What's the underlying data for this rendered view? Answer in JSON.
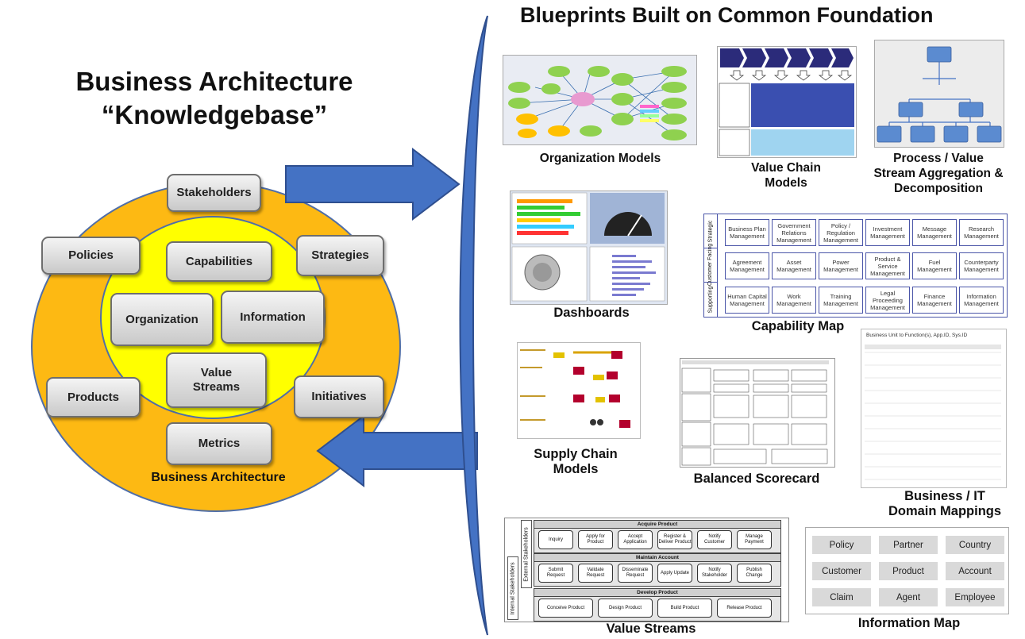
{
  "main_title": "Blueprints Built on Common Foundation",
  "kb_title_line1": "Business Architecture",
  "kb_title_line2": "“Knowledgebase”",
  "inner_items": {
    "capabilities": "Capabilities",
    "organization": "Organization",
    "information": "Information",
    "value_streams": "Value\nStreams"
  },
  "outer_items": {
    "stakeholders": "Stakeholders",
    "policies": "Policies",
    "strategies": "Strategies",
    "products": "Products",
    "initiatives": "Initiatives",
    "metrics": "Metrics"
  },
  "ba_label": "Business Architecture",
  "blueprints": {
    "organization_models": "Organization Models",
    "value_chain_models": "Value Chain\nModels",
    "process_value_stream": "Process / Value\nStream Aggregation &\nDecomposition",
    "dashboards": "Dashboards",
    "capability_map": "Capability Map",
    "supply_chain_models": "Supply Chain\nModels",
    "balanced_scorecard": "Balanced Scorecard",
    "business_it_mappings": "Business / IT\nDomain Mappings",
    "value_streams": "Value Streams",
    "information_map": "Information Map"
  },
  "capability_map": {
    "rows": [
      {
        "label": "Strategic",
        "cells": [
          "Business Plan Management",
          "Government Relations Management",
          "Policy / Regulation Management",
          "Investment Management",
          "Message Management",
          "Research Management"
        ]
      },
      {
        "label": "Customer Facing",
        "cells": [
          "Agreement Management",
          "Asset Management",
          "Power Management",
          "Product & Service Management",
          "Fuel Management",
          "Counterparty Management"
        ]
      },
      {
        "label": "Supporting",
        "cells": [
          "Human Capital Management",
          "Work Management",
          "Training Management",
          "Legal Proceeding Management",
          "Finance Management",
          "Information Management"
        ]
      }
    ]
  },
  "information_map": {
    "cells": [
      "Policy",
      "Partner",
      "Country",
      "Customer",
      "Product",
      "Account",
      "Claim",
      "Agent",
      "Employee"
    ]
  },
  "value_streams_thumb": {
    "external_label": "External Stakeholders",
    "internal_label": "Internal Stakeholders",
    "streams": [
      {
        "title": "Acquire Product",
        "steps": [
          "Inquiry",
          "Apply for Product",
          "Accept Application",
          "Register & Deliver Product",
          "Notify Customer",
          "Manage Payment"
        ]
      },
      {
        "title": "Maintain Account",
        "steps": [
          "Submit Request",
          "Validate Request",
          "Disseminate Request",
          "Apply Update",
          "Notify Stakeholder",
          "Publish Change"
        ]
      },
      {
        "title": "Develop Product",
        "steps": [
          "Conceive Product",
          "Design Product",
          "Build Product",
          "Release Product"
        ]
      }
    ]
  },
  "mapping_thumb_title": "Business Unit to Function(s), App.ID, Sys.ID",
  "colors": {
    "outer_ring": "#fdb913",
    "inner_ring": "#ffff00",
    "arrow": "#4472c4",
    "arrow_border": "#2f4f8f"
  }
}
